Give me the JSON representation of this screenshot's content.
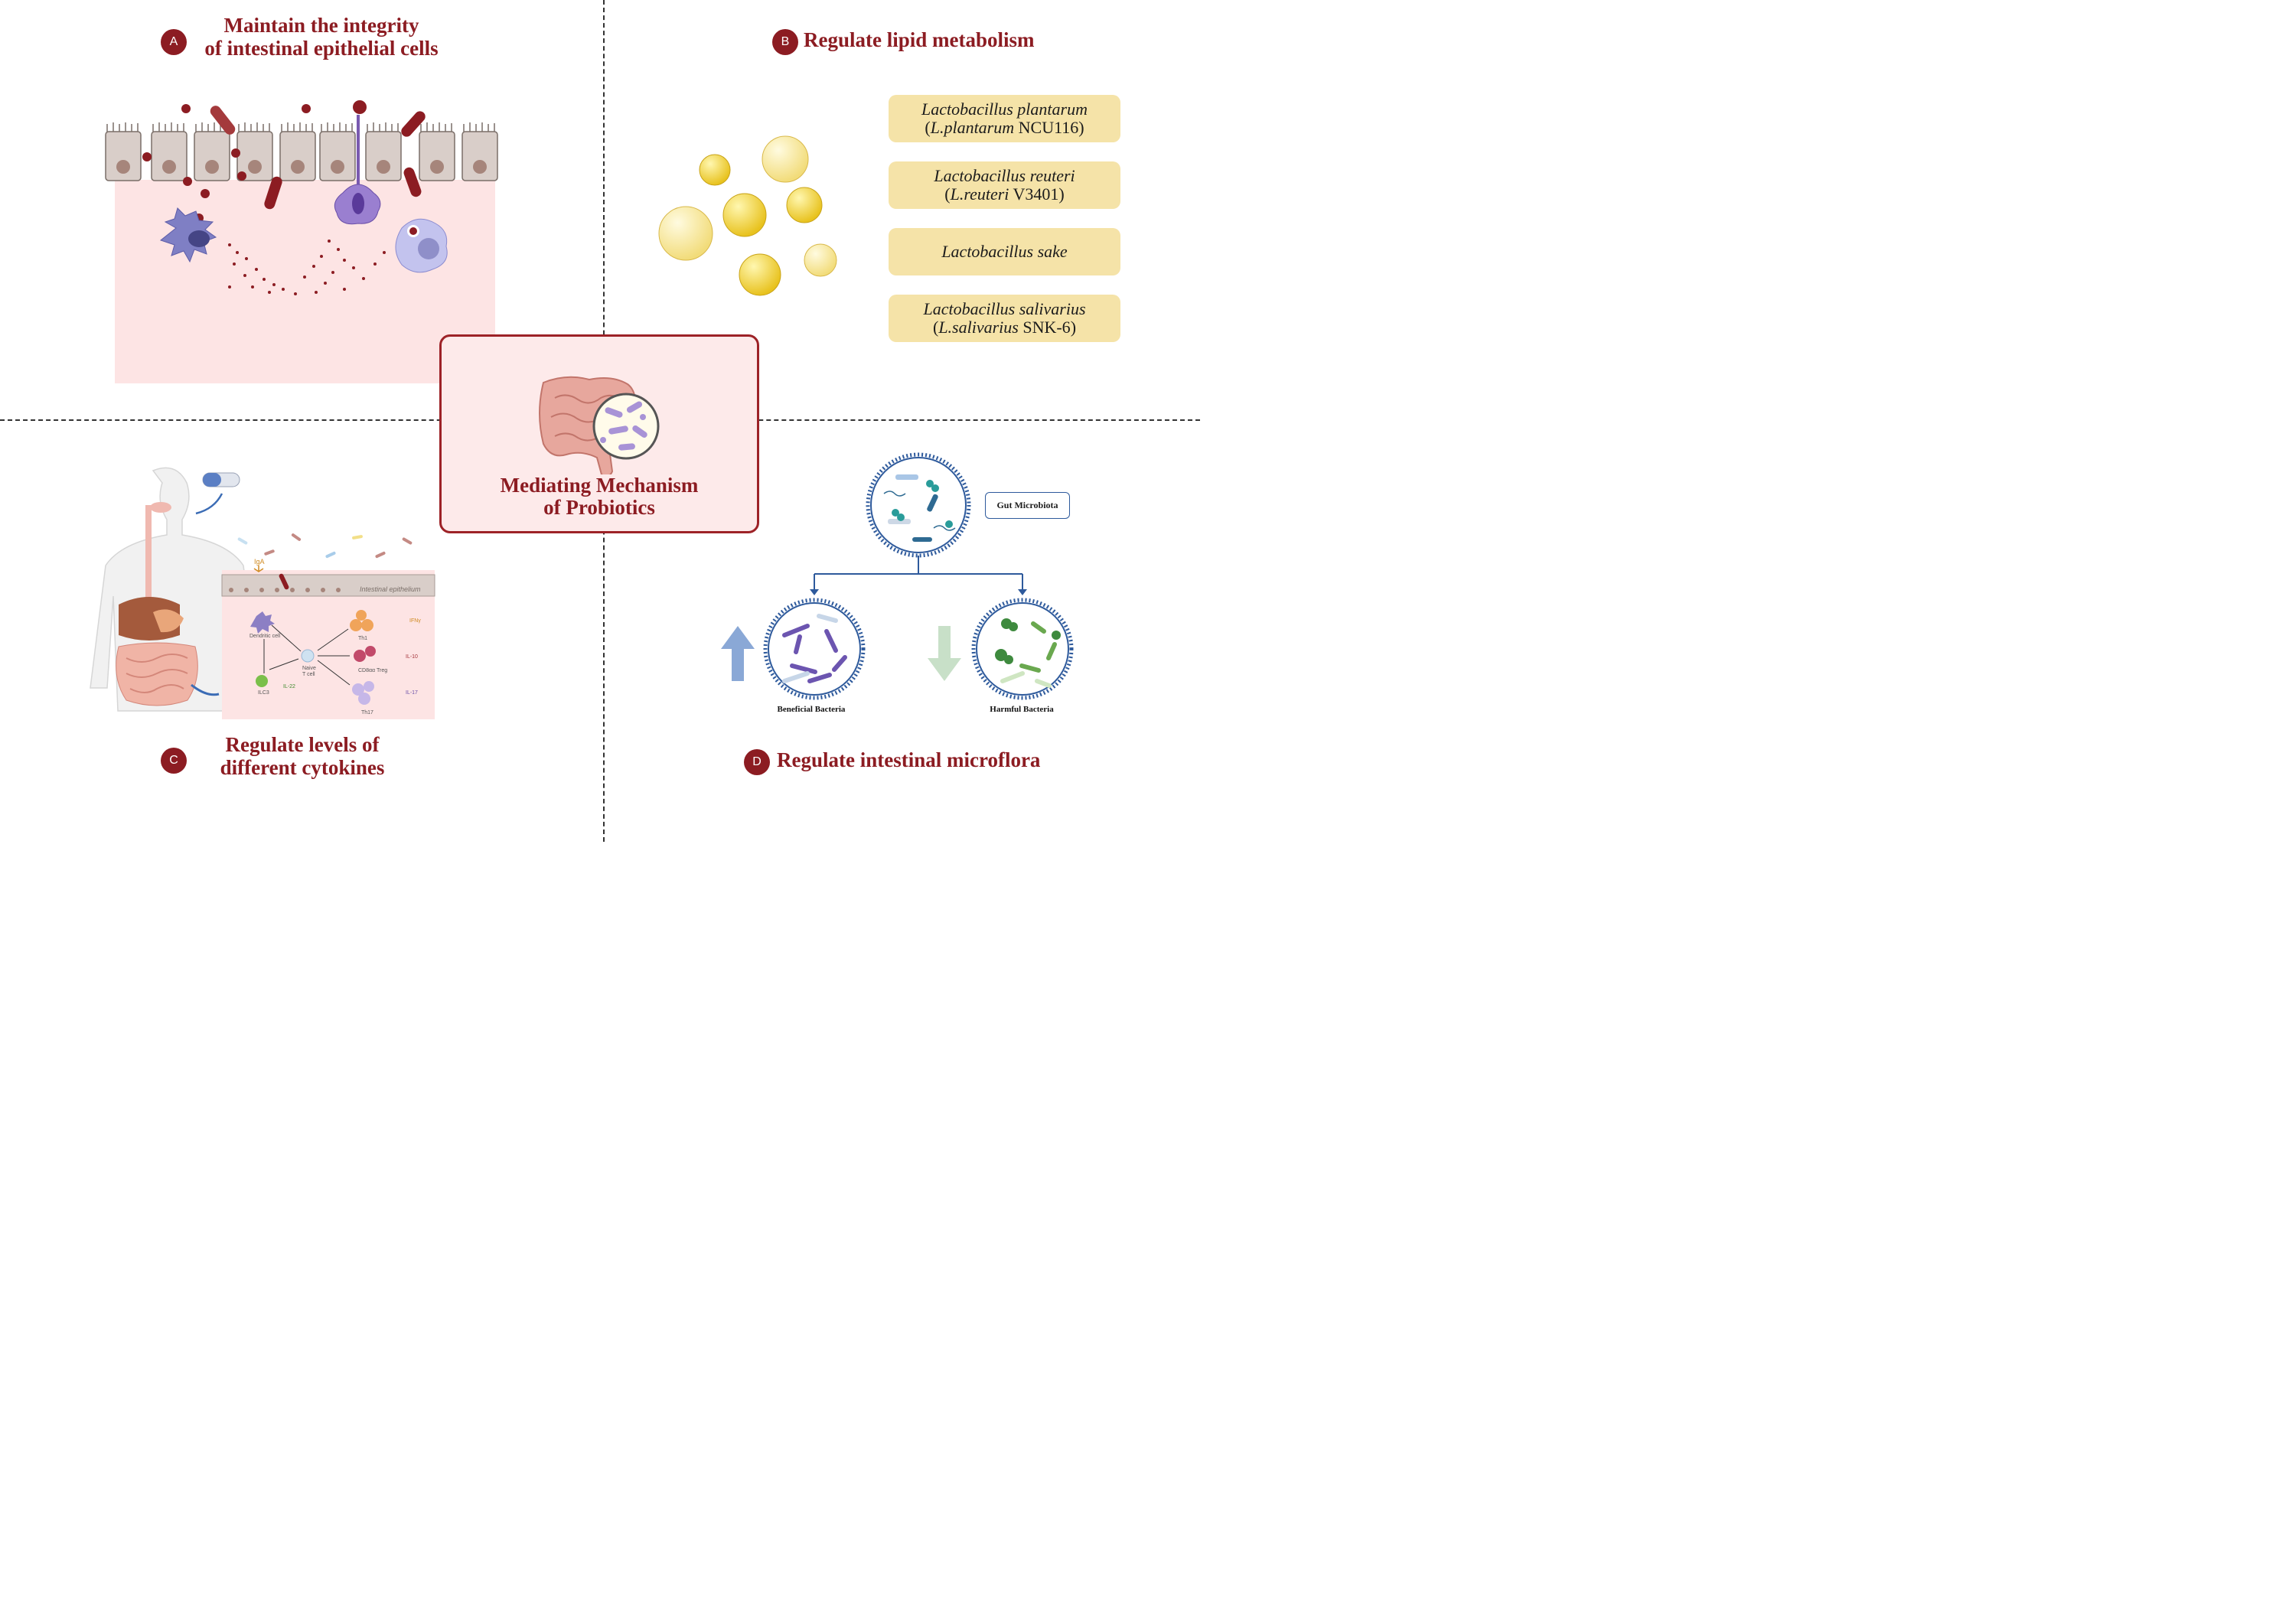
{
  "center": {
    "title_line1": "Mediating Mechanism",
    "title_line2": "of Probiotics"
  },
  "sections": {
    "a": {
      "letter": "A",
      "title_line1": "Maintain the integrity",
      "title_line2": "of intestinal epithelial cells"
    },
    "b": {
      "letter": "B",
      "title": "Regulate lipid metabolism"
    },
    "c": {
      "letter": "C",
      "title_line1": "Regulate levels of",
      "title_line2": "different cytokines"
    },
    "d": {
      "letter": "D",
      "title": "Regulate intestinal microflora"
    }
  },
  "strains": [
    {
      "species": "Lactobacillus plantarum",
      "abbr": "L.plantarum",
      "code": "NCU116"
    },
    {
      "species": "Lactobacillus reuteri",
      "abbr": "L.reuteri",
      "code": "V3401"
    },
    {
      "species": "Lactobacillus sake",
      "abbr": "",
      "code": ""
    },
    {
      "species": "Lactobacillus salivarius",
      "abbr": "L.salivarius",
      "code": "SNK-6"
    }
  ],
  "cytokine_panel": {
    "iga": "IgA",
    "epithelium": "Intestinal epithelium",
    "dendritic_cell": "Dendritic cell",
    "naive_t_cell_line1": "Naive",
    "naive_t_cell_line2": "T cell",
    "ilc3": "ILC3",
    "il22": "IL-22",
    "th1": "Th1",
    "ifng": "IFNγ",
    "treg": "CD8αα Treg",
    "il10": "IL-10",
    "th17": "Th17",
    "il17": "IL-17"
  },
  "microflora": {
    "gut_label": "Gut Microbiota",
    "beneficial_label": "Beneficial Bacteria",
    "harmful_label": "Harmful Bacteria"
  },
  "colors": {
    "accent": "#8c1c22",
    "strain_box": "#f5e3a8",
    "circle_border": "#2e5a9c"
  }
}
